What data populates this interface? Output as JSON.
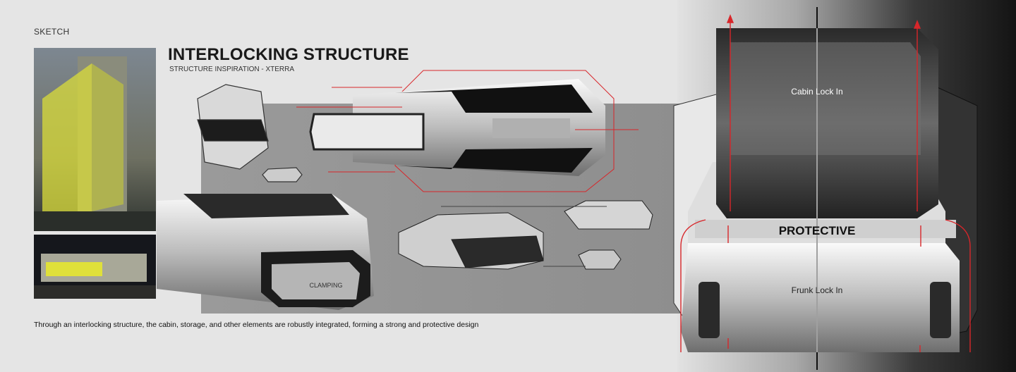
{
  "header": {
    "section": "SKETCH",
    "title": "INTERLOCKING STRUCTURE",
    "subtitle": "STRUCTURE INSPIRATION - XTERRA"
  },
  "labels": {
    "clamping": "CLAMPING",
    "cabin": "Cabin Lock In",
    "protective": "PROTECTIVE",
    "frunk": "Frunk Lock In"
  },
  "caption": "Through an interlocking structure, the cabin, storage, and other elements are robustly integrated, forming a strong and protective design",
  "colors": {
    "accent": "#d8262a",
    "highlight": "#d9dc3a",
    "background": "#e5e5e5"
  }
}
